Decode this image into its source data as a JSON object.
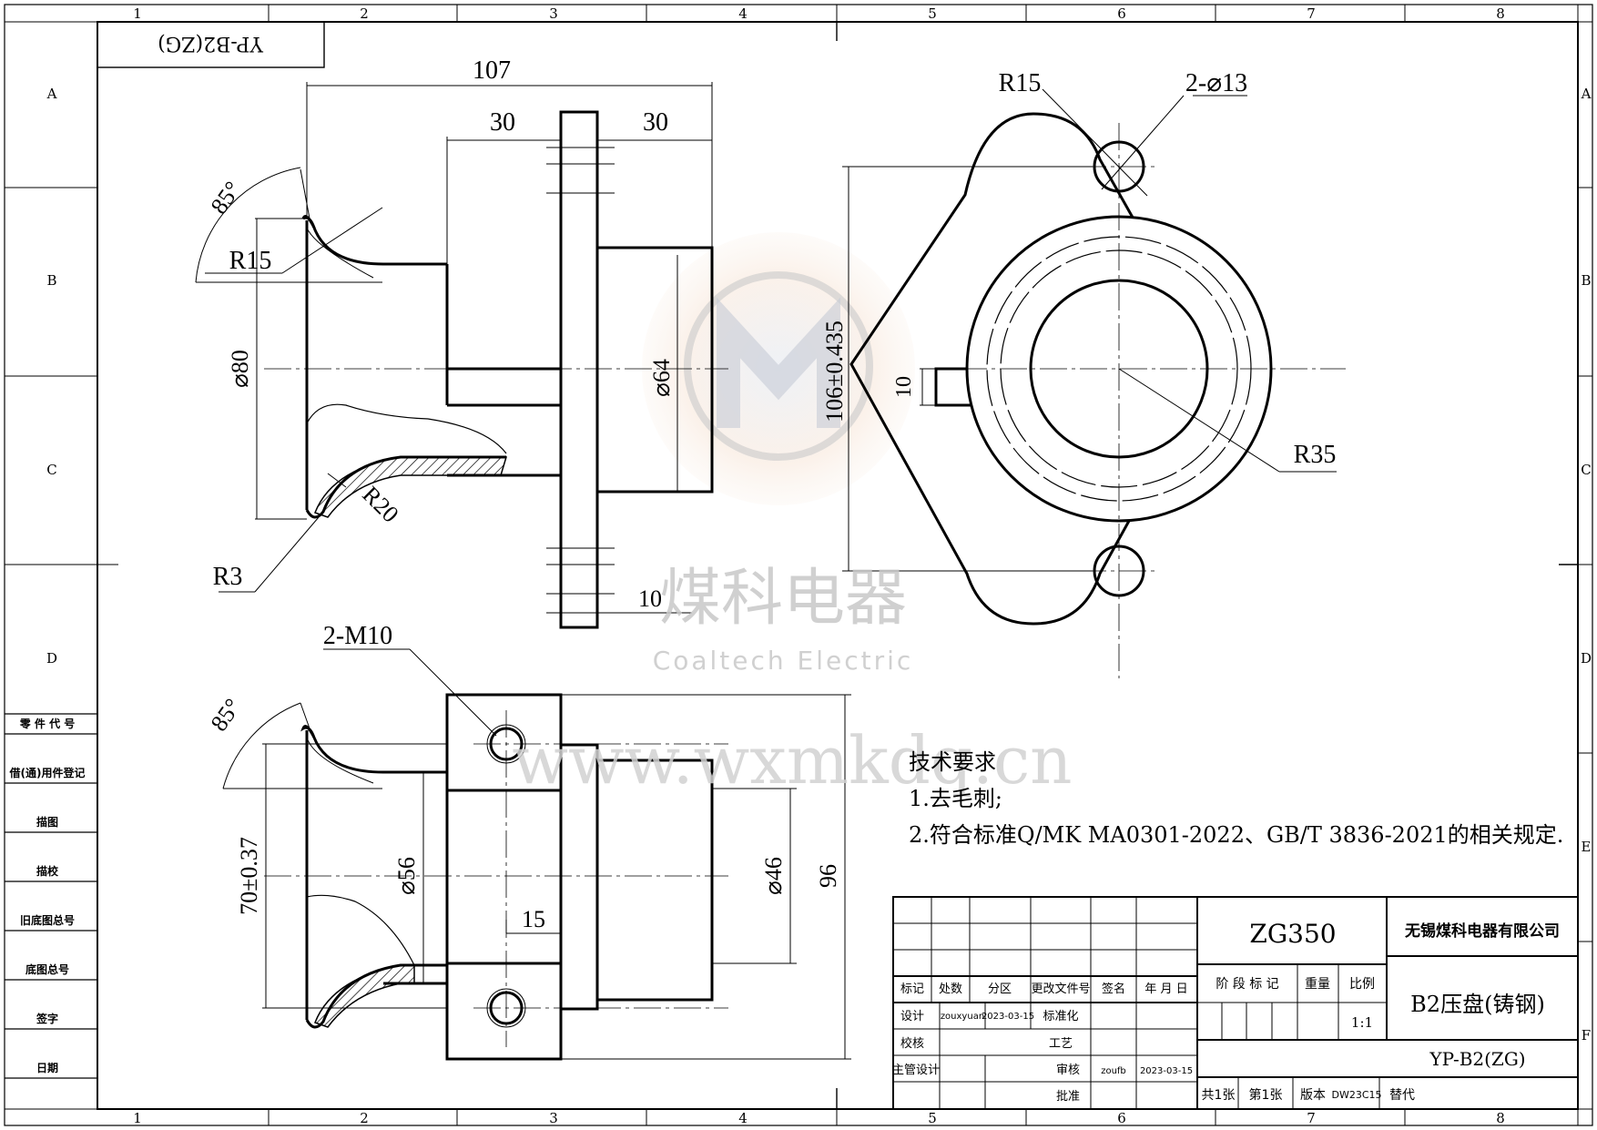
{
  "drawing_code": "YP-B2(ZG)",
  "dims": {
    "len107": "107",
    "w30a": "30",
    "w30b": "30",
    "ang85a": "85°",
    "r15a": "R15",
    "d80": "⌀80",
    "d64": "⌀64",
    "r20": "R20",
    "r3": "R3",
    "t10a": "10",
    "m10": "2-M10",
    "ang85b": "85°",
    "h70": "70±0.37",
    "d56": "⌀56",
    "w15": "15",
    "d46": "⌀46",
    "h96": "96",
    "r15b": "R15",
    "holes": "2-⌀13",
    "h106": "106±0.435",
    "t10b": "10",
    "r35": "R35"
  },
  "watermark": {
    "cn": "煤科电器",
    "en": "Coaltech Electric",
    "url": "www.wxmkdq.cn"
  },
  "tech": {
    "title": "技术要求",
    "line1": "1.去毛刺;",
    "line2": "2.符合标准Q/MK MA0301-2022、GB/T 3836-2021的相关规定."
  },
  "left_panel": [
    "零 件 代 号",
    "借(通)用件登记",
    "描图",
    "描校",
    "旧底图总号",
    "底图总号",
    "签字",
    "日期"
  ],
  "columns": [
    "1",
    "2",
    "3",
    "4",
    "5",
    "6",
    "7",
    "8"
  ],
  "rows_left": [
    "A",
    "B",
    "C",
    "D"
  ],
  "rows_right": [
    "A",
    "B",
    "C",
    "D",
    "E",
    "F"
  ],
  "title_block": {
    "h_mark": "标记",
    "h_count": "处数",
    "h_zone": "分区",
    "h_docno": "更改文件号",
    "h_sign": "签名",
    "h_date": "年 月 日",
    "design": "设计",
    "designer": "zouxyuan",
    "design_date": "2023-03-15",
    "std": "标准化",
    "check": "校核",
    "process": "工艺",
    "chief": "主管设计",
    "review": "审核",
    "reviewer": "zoufb",
    "review_date": "2023-03-15",
    "approve": "批准",
    "model": "ZG350",
    "stage": "阶 段 标 记",
    "weight": "重量",
    "scale_label": "比例",
    "scale": "1:1",
    "company": "无锡煤科电器有限公司",
    "part_name": "B2压盘(铸钢)",
    "part_code": "YP-B2(ZG)",
    "sheets_total": "共1张",
    "sheet_no": "第1张",
    "version_label": "版本",
    "version": "DW23C15",
    "replace": "替代"
  }
}
